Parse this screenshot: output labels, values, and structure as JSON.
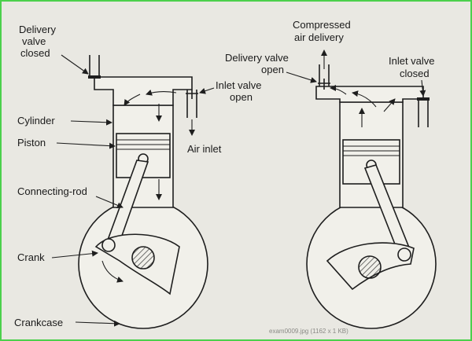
{
  "diagram": {
    "frame_color": "#4cd04c",
    "paper_color": "#e9e8e2",
    "ink_color": "#1e1e1e",
    "left": {
      "delivery_valve_closed": [
        "Delivery",
        "valve",
        "closed"
      ],
      "inlet_valve_open": [
        "Inlet valve",
        "open"
      ],
      "cylinder": "Cylinder",
      "piston": "Piston",
      "air_inlet": "Air inlet",
      "connecting_rod": "Connecting-rod",
      "crank": "Crank",
      "crankcase": "Crankcase"
    },
    "right": {
      "compressed_air_delivery": [
        "Compressed",
        "air delivery"
      ],
      "delivery_valve_open": [
        "Delivery valve",
        "open"
      ],
      "inlet_valve_closed": [
        "Inlet valve",
        "closed"
      ]
    },
    "watermark": "exam0009.jpg (1162 x 1 KB)"
  }
}
